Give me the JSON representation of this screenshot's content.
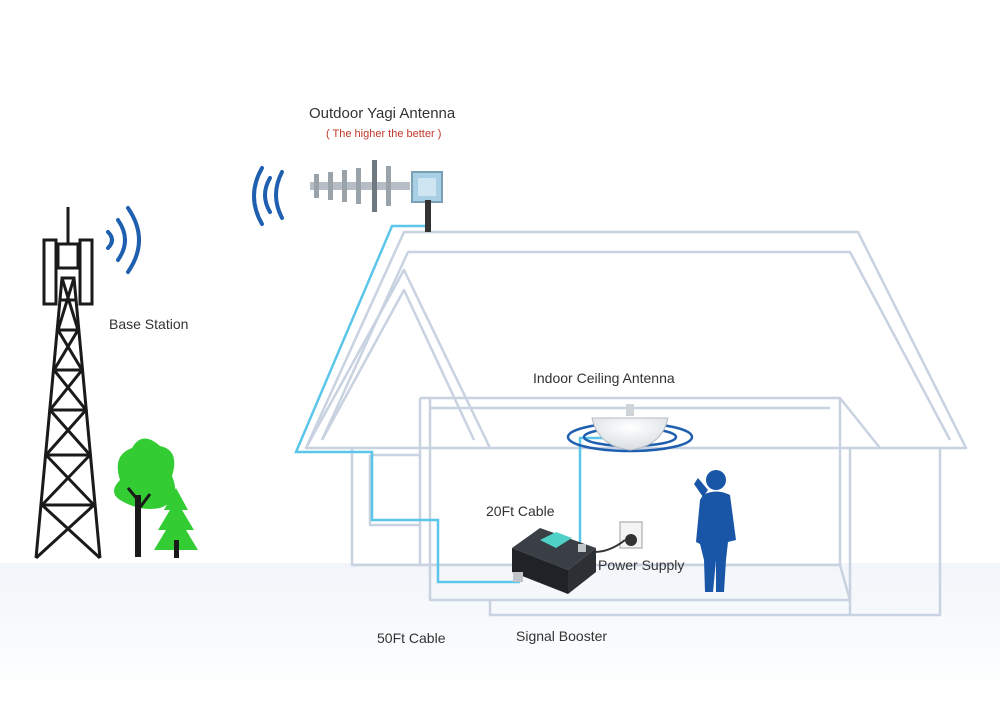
{
  "labels": {
    "outdoor_antenna": "Outdoor Yagi Antenna",
    "outdoor_note": "( The higher the better )",
    "base_station": "Base Station",
    "indoor_antenna": "Indoor Ceiling Antenna",
    "cable_20ft": "20Ft Cable",
    "power_supply": "Power Supply",
    "cable_50ft": "50Ft Cable",
    "signal_booster": "Signal Booster"
  },
  "colors": {
    "house_outline": "#c8d2e0",
    "cable": "#5cc5ea",
    "signal_waves": "#1f5fb0",
    "tree": "#33cc33",
    "tower": "#1a1a1a",
    "person": "#1a56a8",
    "note_text": "#c0392b",
    "label_text": "#333333"
  }
}
